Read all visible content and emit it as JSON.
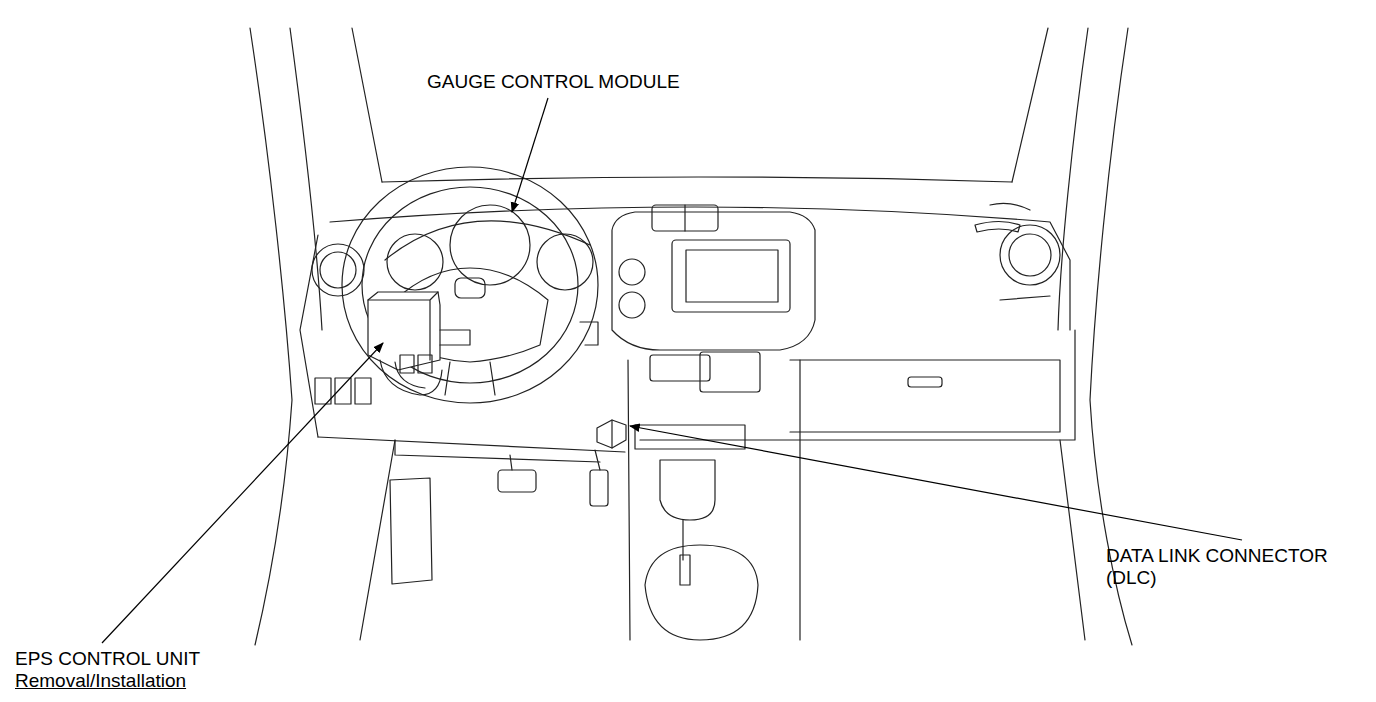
{
  "diagram": {
    "labels": [
      "GAUGE CONTROL MODULE",
      "DATA LINK CONNECTOR (DLC)",
      "EPS CONTROL UNIT",
      "Removal/Installation"
    ]
  }
}
